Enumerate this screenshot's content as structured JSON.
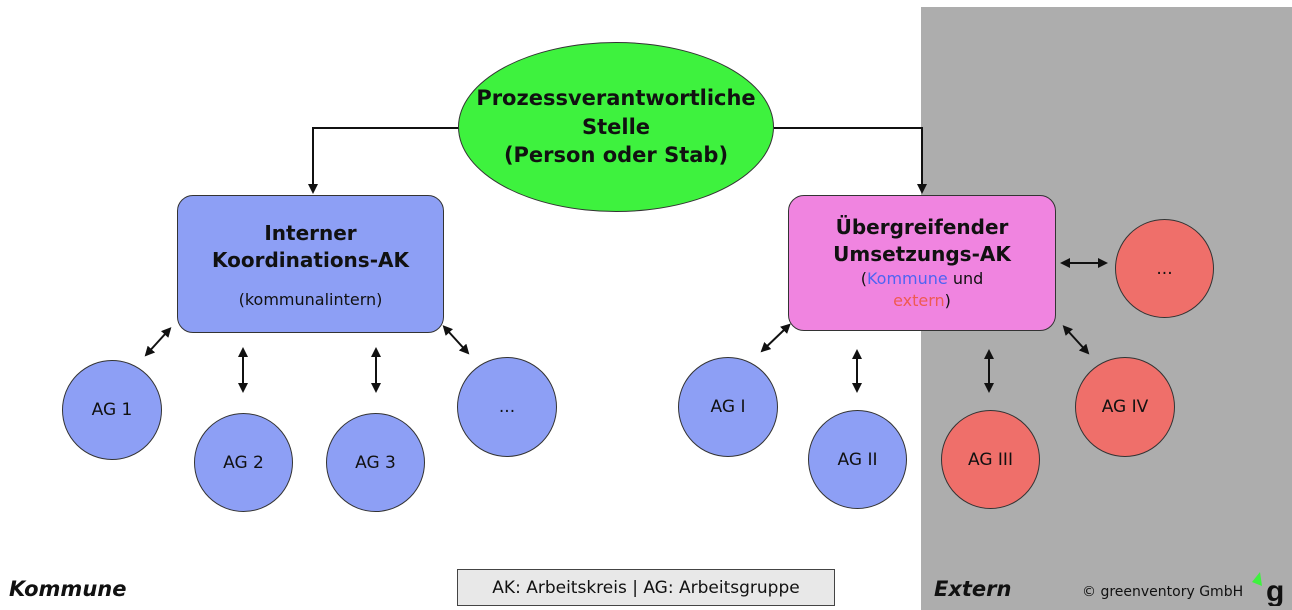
{
  "top_node": {
    "line1": "Prozessverantwortliche",
    "line2": "Stelle",
    "line3": "(Person oder Stab)"
  },
  "internal_ak": {
    "line1": "Interner",
    "line2": "Koordinations-AK",
    "subtitle": "(kommunalintern)"
  },
  "cross_ak": {
    "line1": "Übergreifender",
    "line2": "Umsetzungs-AK",
    "open_paren": "(",
    "kommune": "Kommune",
    "und": " und",
    "extern": "extern",
    "close_paren": ")"
  },
  "internal_groups": [
    "AG 1",
    "AG 2",
    "AG 3",
    "..."
  ],
  "cross_groups_kommune": [
    "AG I",
    "AG II"
  ],
  "cross_groups_extern": [
    "AG III",
    "AG IV",
    "..."
  ],
  "labels": {
    "kommune": "Kommune",
    "extern": "Extern"
  },
  "legend": "AK: Arbeitskreis | AG: Arbeitsgruppe",
  "copyright": "© greenventory GmbH",
  "logo_letter": "g",
  "colors": {
    "green": "#3ef23e",
    "blue": "#8d9ff5",
    "pink": "#f084e0",
    "red": "#ef6f6a",
    "extern_bg": "#adadad"
  }
}
